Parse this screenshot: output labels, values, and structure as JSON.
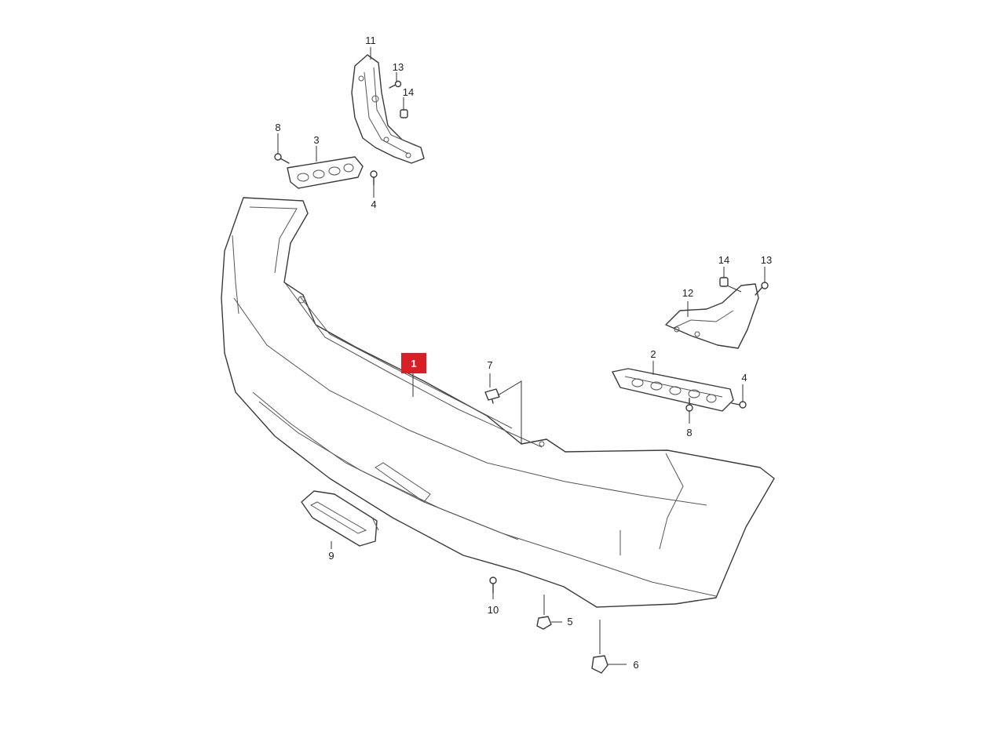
{
  "colors": {
    "line": "#3a3a3a",
    "highlight": "#d81f26",
    "background": "#ffffff"
  },
  "callouts": {
    "part1": "1",
    "part2": "2",
    "part3": "3",
    "part4_left": "4",
    "part4_right": "4",
    "part5": "5",
    "part6": "6",
    "part7": "7",
    "part8_left": "8",
    "part8_right": "8",
    "part9": "9",
    "part10": "10",
    "part11": "11",
    "part12": "12",
    "part13_top": "13",
    "part13_right": "13",
    "part14_top": "14",
    "part14_right": "14"
  },
  "highlighted_part": "1"
}
